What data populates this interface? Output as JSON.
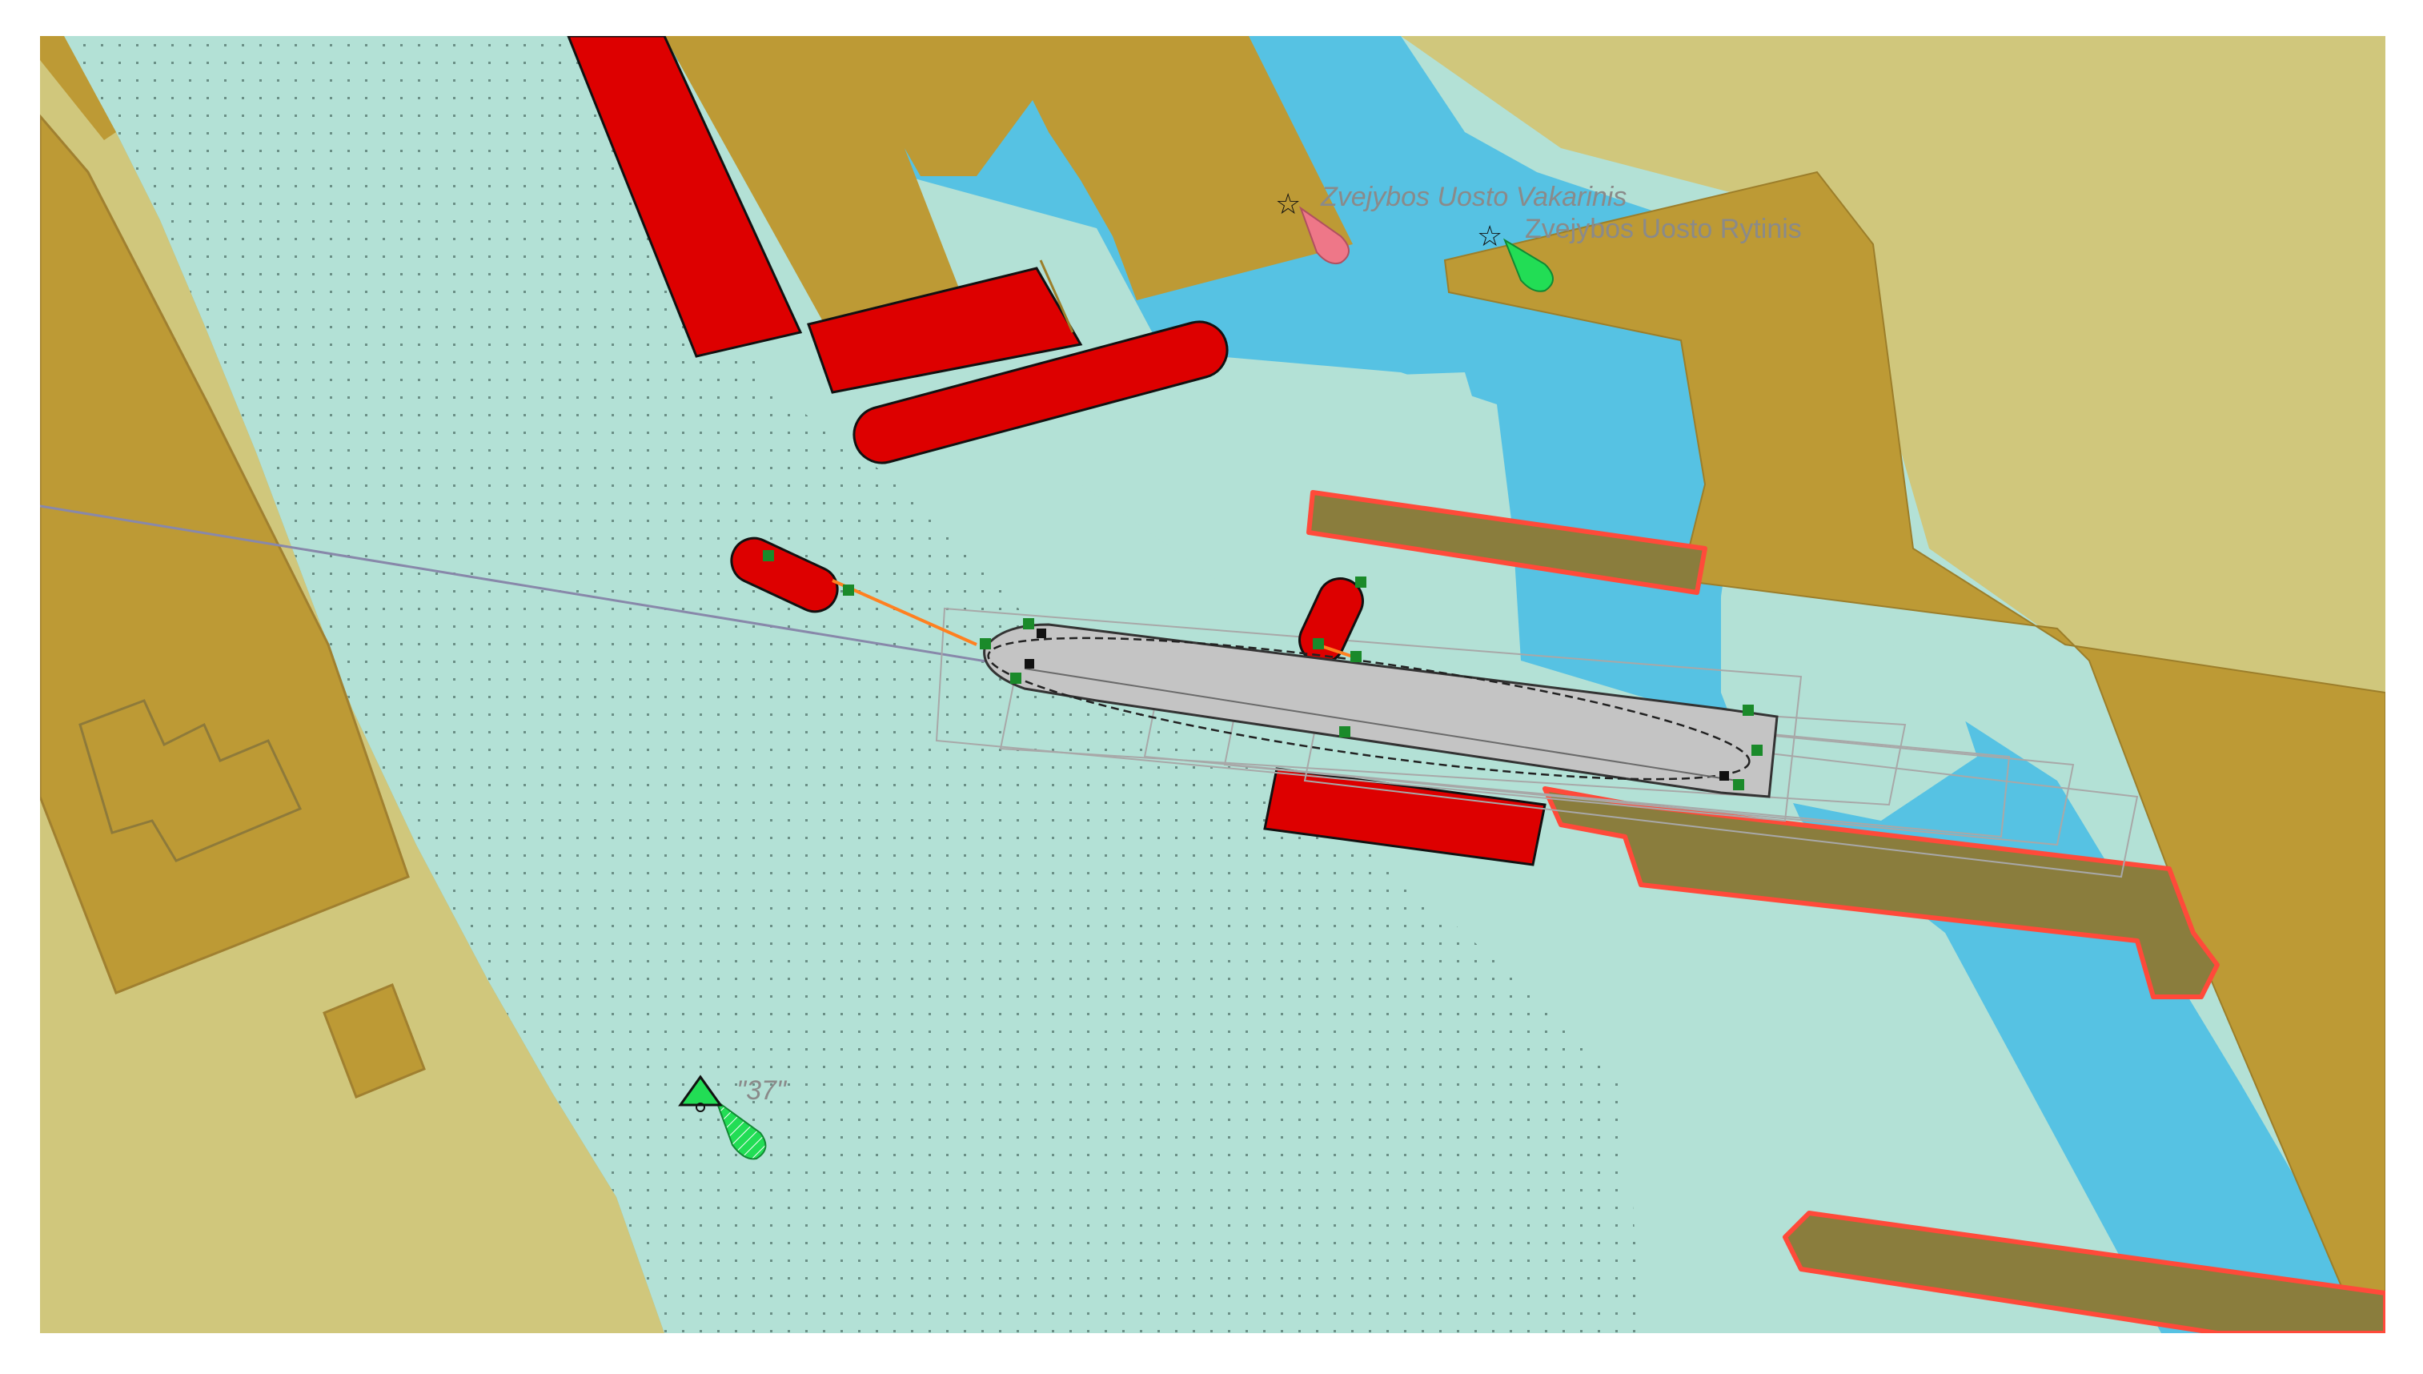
{
  "map": {
    "labels": {
      "light_1": "Zvejybos Uosto Vakarinis",
      "light_2": "Zvejybos Uosto Rytinis",
      "buoy": "\"37\""
    },
    "colors": {
      "land_light": "#d0c77c",
      "land_built": "#bd9a35",
      "deep_water": "#56c2e3",
      "shallow_water": "#b3e1d6",
      "vessel": "#dd0000",
      "pier": "#8a7d3d",
      "pier_outline": "#ff4a3a",
      "own_ship": "#c4c4c4",
      "handle": "#1a8a2a",
      "tow_line": "#ff8020",
      "light_green": "#22dd55",
      "light_red": "#ee7788",
      "course_line": "#8888aa"
    }
  }
}
